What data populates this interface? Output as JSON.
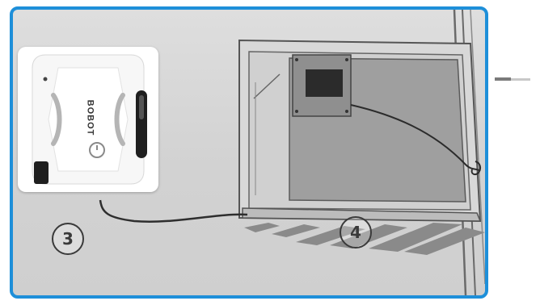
{
  "brand": {
    "name": "BOBOT"
  },
  "steps": {
    "step3": "3",
    "step4": "4"
  },
  "colors": {
    "frame": "#1e8fd9",
    "robot_body": "#ffffff",
    "window_panel": "#9f9f9f"
  },
  "icons": [
    "power-icon",
    "robot-handle-icon",
    "power-adapter-icon"
  ]
}
